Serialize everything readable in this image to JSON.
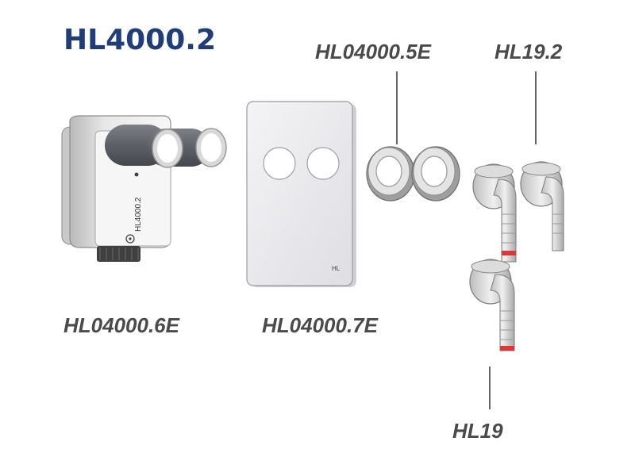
{
  "title": "HL4000.2",
  "parts": {
    "nut": "HL04000.5E",
    "elbow_pair": "HL19.2",
    "housing": "HL04000.6E",
    "cover_plate": "HL04000.7E",
    "elbow_single": "HL19"
  },
  "housing_print": "HL4000.2",
  "plate_print": "HL",
  "colors": {
    "title": "#1f3d7a",
    "labels": "#4a4a4a",
    "accent_ring": "#d83838"
  }
}
